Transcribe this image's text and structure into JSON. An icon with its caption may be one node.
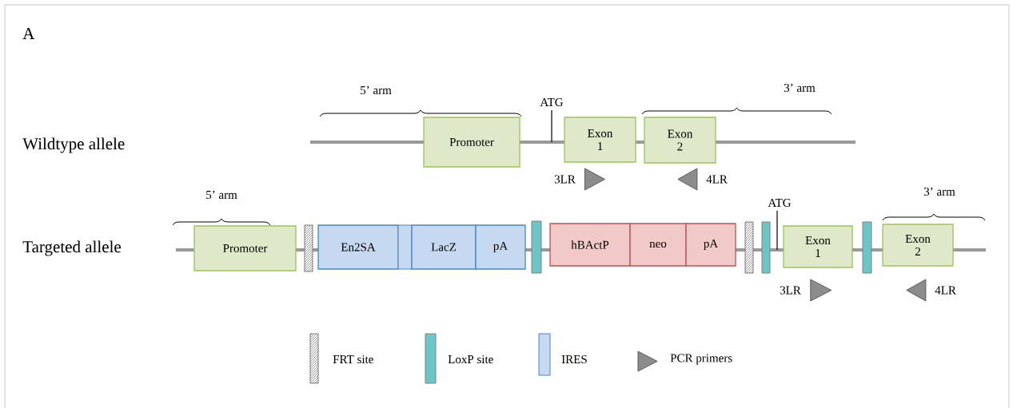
{
  "diagram": {
    "nodes": [
      {
        "text": [
          "Promoter"
        ]
      },
      {
        "text": [
          "Exon 1"
        ]
      },
      {
        "text": [
          "Exon 2"
        ]
      },
      {
        "text": [],
        "shape": "triangle",
        "beside": [
          "3LR"
        ]
      },
      {
        "text": [],
        "shape": "triangle",
        "beside": [
          "4LR"
        ]
      },
      {
        "text": [
          "Promoter"
        ]
      },
      {
        "text": [],
        "shape": "bar"
      },
      {
        "text": [
          "En2SA"
        ]
      },
      {
        "text": [],
        "shape": "bar"
      },
      {
        "text": [
          "LacZ"
        ]
      },
      {
        "text": [
          "pA"
        ]
      },
      {
        "text": [],
        "shape": "bar"
      },
      {
        "text": [
          "hBActP"
        ]
      },
      {
        "text": [
          "neo"
        ]
      },
      {
        "text": [
          "pA"
        ]
      },
      {
        "text": [],
        "shape": "bar"
      },
      {
        "text": [],
        "shape": "bar"
      },
      {
        "text": [
          "Exon 1"
        ]
      },
      {
        "text": [],
        "shape": "bar"
      },
      {
        "text": [
          "Exon 2"
        ]
      },
      {
        "text": [],
        "shape": "triangle",
        "beside": [
          "3LR"
        ]
      },
      {
        "text": [],
        "shape": "triangle",
        "beside": [
          "4LR"
        ]
      }
    ],
    "labels": [
      "A",
      "5’ arm",
      "ATG",
      "3’ arm",
      "Wildtype allele",
      "5’ arm",
      "ATG",
      "3’ arm",
      "Targeted allele"
    ],
    "legend": [
      {
        "text": "FRT site"
      },
      {
        "text": "LoxP site",
        "color": "#6cc6c6"
      },
      {
        "text": "IRES",
        "color": "#c6d9f0"
      },
      {
        "text": "PCR primers"
      }
    ]
  }
}
